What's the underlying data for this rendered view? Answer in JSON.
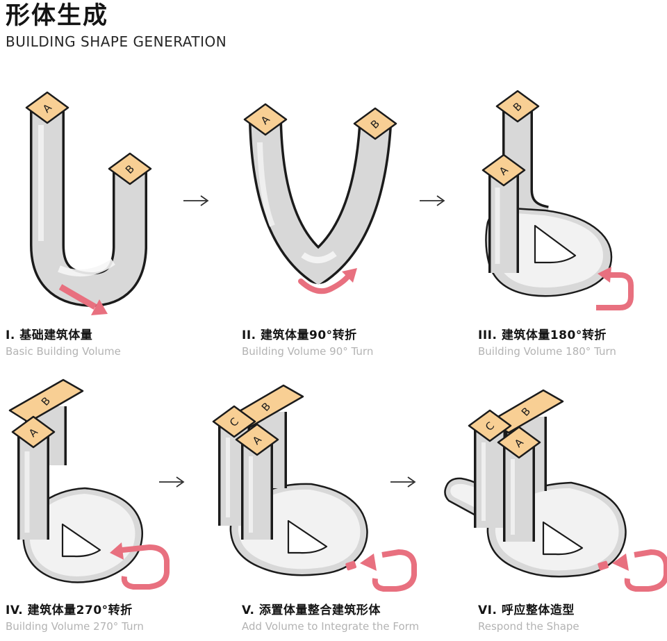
{
  "header": {
    "title_zh": "形体生成",
    "title_en": "BUILDING SHAPE GENERATION"
  },
  "colors": {
    "accent_pink": "#e8707f",
    "cap_orange": "#f8cf94",
    "body_gray": "#d8d8d8",
    "outline": "#1b1b1b",
    "caption_gray": "#b3b3b3"
  },
  "steps": [
    {
      "num": "I",
      "title_zh": "I. 基础建筑体量",
      "title_en": "Basic Building Volume",
      "caps": [
        "A",
        "B"
      ]
    },
    {
      "num": "II",
      "title_zh": "II. 建筑体量90°转折",
      "title_en": "Building Volume 90° Turn",
      "caps": [
        "A",
        "B"
      ]
    },
    {
      "num": "III",
      "title_zh": "III. 建筑体量180°转折",
      "title_en": "Building Volume 180° Turn",
      "caps": [
        "B",
        "A"
      ]
    },
    {
      "num": "IV",
      "title_zh": "IV. 建筑体量270°转折",
      "title_en": "Building Volume 270° Turn",
      "caps": [
        "B",
        "A"
      ]
    },
    {
      "num": "V",
      "title_zh": "V. 添置体量整合建筑形体",
      "title_en": "Add Volume to Integrate the Form",
      "caps": [
        "C",
        "B",
        "A"
      ]
    },
    {
      "num": "VI",
      "title_zh": "VI. 呼应整体造型",
      "title_en": "Respond the Shape",
      "caps": [
        "C",
        "B",
        "A"
      ]
    }
  ]
}
